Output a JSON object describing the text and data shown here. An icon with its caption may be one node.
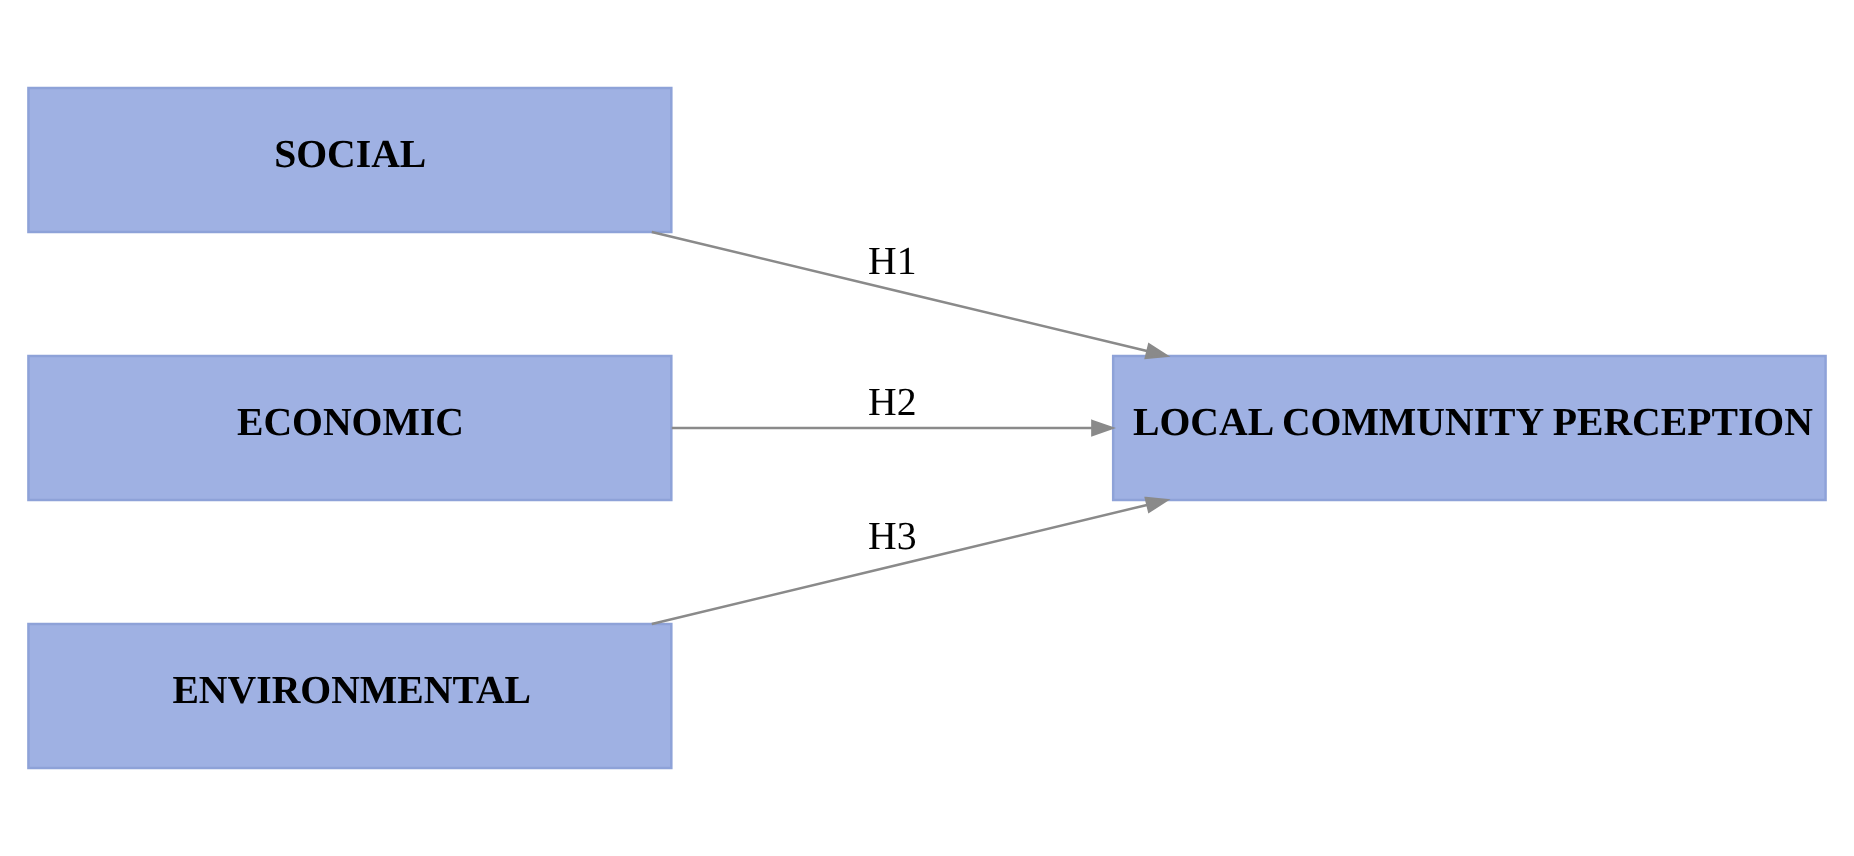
{
  "diagram": {
    "nodes": [
      {
        "text": [
          "SOCIAL"
        ]
      },
      {
        "text": [
          "ECONOMIC"
        ]
      },
      {
        "text": [
          "ENVIRONMENTAL"
        ]
      },
      {
        "text": [
          "LOCAL COMMUNITY PERCEPTION"
        ]
      }
    ],
    "edges": [
      {
        "from": 0,
        "to": 3,
        "arrow": "to",
        "label": "H1"
      },
      {
        "from": 1,
        "to": 3,
        "arrow": "to",
        "label": "H2"
      },
      {
        "from": 2,
        "to": 3,
        "arrow": "to",
        "label": "H3"
      }
    ]
  }
}
